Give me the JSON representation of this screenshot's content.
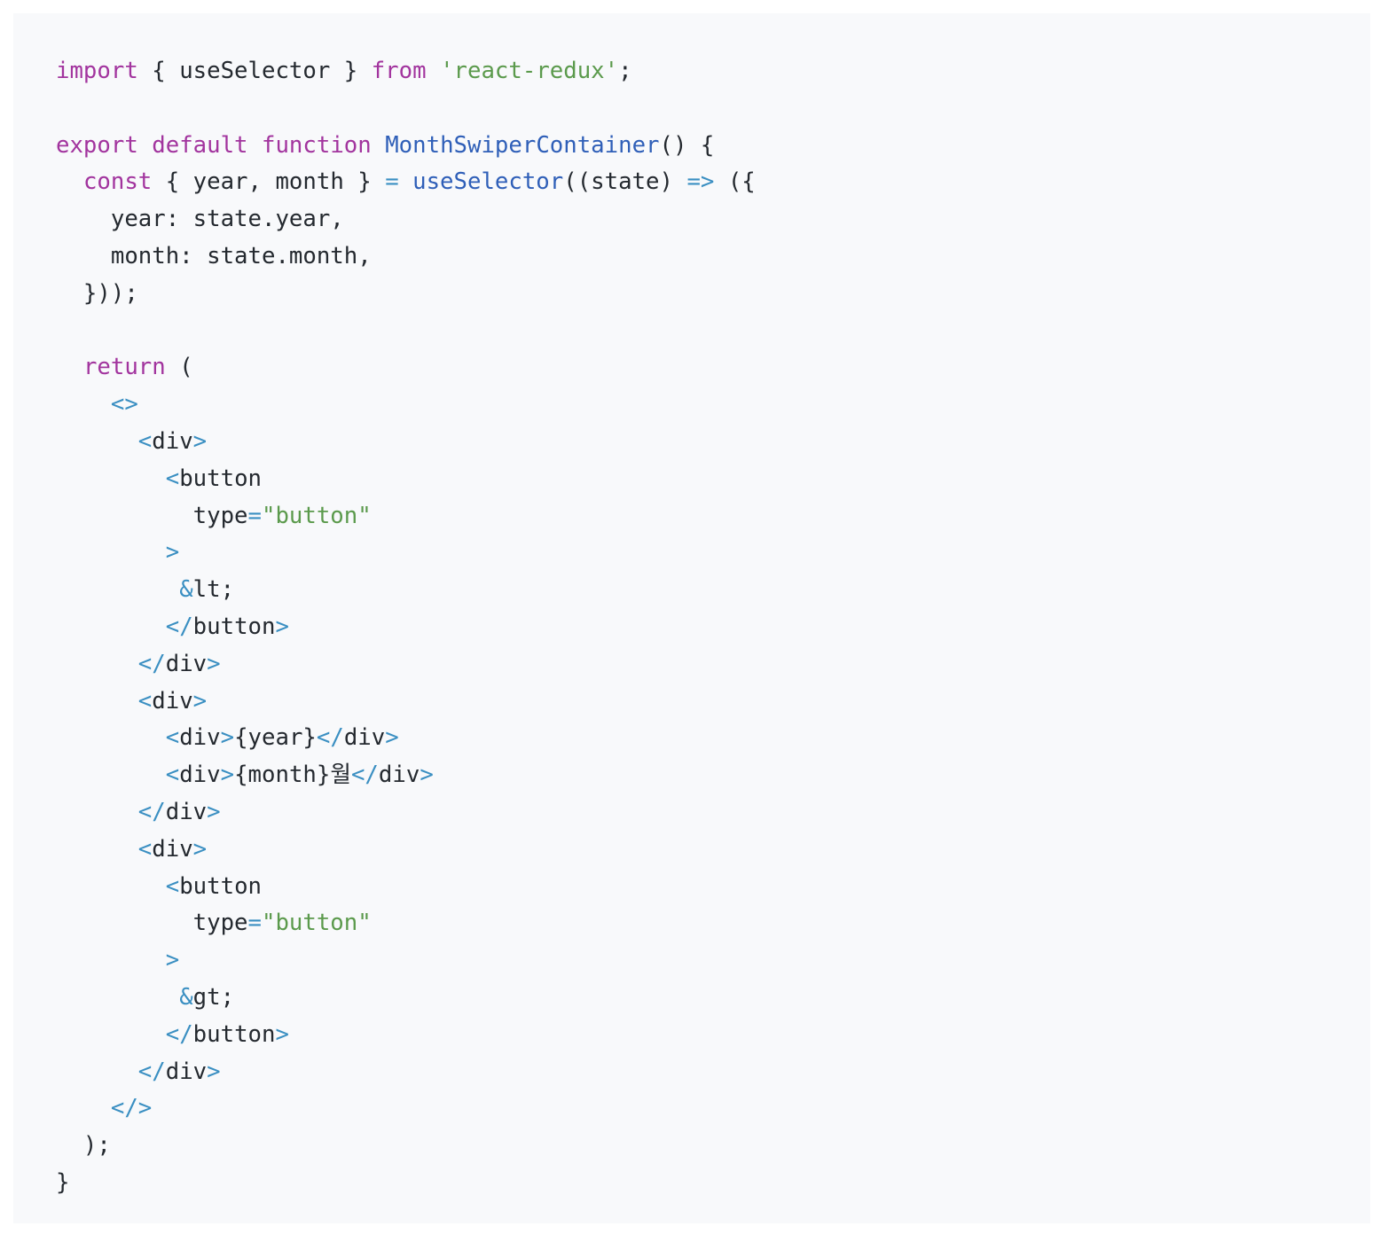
{
  "colors": {
    "background": "#f8f9fb",
    "text": "#24292f",
    "keyword": "#a2349e",
    "string": "#5b9a4c",
    "function": "#2f5fb8",
    "operator": "#3a8fc2",
    "tag": "#3a8fc2"
  },
  "code": {
    "language": "jsx",
    "lines": [
      [
        [
          "kw",
          "import"
        ],
        [
          "txt",
          " { useSelector } "
        ],
        [
          "kw",
          "from"
        ],
        [
          "txt",
          " "
        ],
        [
          "str",
          "'react-redux'"
        ],
        [
          "txt",
          ";"
        ]
      ],
      [],
      [
        [
          "kw",
          "export"
        ],
        [
          "txt",
          " "
        ],
        [
          "kw",
          "default"
        ],
        [
          "txt",
          " "
        ],
        [
          "kw",
          "function"
        ],
        [
          "txt",
          " "
        ],
        [
          "fn",
          "MonthSwiperContainer"
        ],
        [
          "txt",
          "() {"
        ]
      ],
      [
        [
          "txt",
          "  "
        ],
        [
          "kw",
          "const"
        ],
        [
          "txt",
          " { year, month } "
        ],
        [
          "op",
          "="
        ],
        [
          "txt",
          " "
        ],
        [
          "fn",
          "useSelector"
        ],
        [
          "txt",
          "((state) "
        ],
        [
          "op",
          "=>"
        ],
        [
          "txt",
          " ({"
        ]
      ],
      [
        [
          "txt",
          "    year: state.year,"
        ]
      ],
      [
        [
          "txt",
          "    month: state.month,"
        ]
      ],
      [
        [
          "txt",
          "  }));"
        ]
      ],
      [],
      [
        [
          "txt",
          "  "
        ],
        [
          "kw",
          "return"
        ],
        [
          "txt",
          " ("
        ]
      ],
      [
        [
          "txt",
          "    "
        ],
        [
          "tag",
          "<>"
        ]
      ],
      [
        [
          "txt",
          "      "
        ],
        [
          "tag",
          "<"
        ],
        [
          "txt",
          "div"
        ],
        [
          "tag",
          ">"
        ]
      ],
      [
        [
          "txt",
          "        "
        ],
        [
          "tag",
          "<"
        ],
        [
          "txt",
          "button"
        ]
      ],
      [
        [
          "txt",
          "          type"
        ],
        [
          "op",
          "="
        ],
        [
          "str",
          "\"button\""
        ]
      ],
      [
        [
          "txt",
          "        "
        ],
        [
          "tag",
          ">"
        ]
      ],
      [
        [
          "txt",
          "         "
        ],
        [
          "op",
          "&"
        ],
        [
          "txt",
          "lt;"
        ]
      ],
      [
        [
          "txt",
          "        "
        ],
        [
          "tag",
          "</"
        ],
        [
          "txt",
          "button"
        ],
        [
          "tag",
          ">"
        ]
      ],
      [
        [
          "txt",
          "      "
        ],
        [
          "tag",
          "</"
        ],
        [
          "txt",
          "div"
        ],
        [
          "tag",
          ">"
        ]
      ],
      [
        [
          "txt",
          "      "
        ],
        [
          "tag",
          "<"
        ],
        [
          "txt",
          "div"
        ],
        [
          "tag",
          ">"
        ]
      ],
      [
        [
          "txt",
          "        "
        ],
        [
          "tag",
          "<"
        ],
        [
          "txt",
          "div"
        ],
        [
          "tag",
          ">"
        ],
        [
          "txt",
          "{year}"
        ],
        [
          "tag",
          "</"
        ],
        [
          "txt",
          "div"
        ],
        [
          "tag",
          ">"
        ]
      ],
      [
        [
          "txt",
          "        "
        ],
        [
          "tag",
          "<"
        ],
        [
          "txt",
          "div"
        ],
        [
          "tag",
          ">"
        ],
        [
          "txt",
          "{month}월"
        ],
        [
          "tag",
          "</"
        ],
        [
          "txt",
          "div"
        ],
        [
          "tag",
          ">"
        ]
      ],
      [
        [
          "txt",
          "      "
        ],
        [
          "tag",
          "</"
        ],
        [
          "txt",
          "div"
        ],
        [
          "tag",
          ">"
        ]
      ],
      [
        [
          "txt",
          "      "
        ],
        [
          "tag",
          "<"
        ],
        [
          "txt",
          "div"
        ],
        [
          "tag",
          ">"
        ]
      ],
      [
        [
          "txt",
          "        "
        ],
        [
          "tag",
          "<"
        ],
        [
          "txt",
          "button"
        ]
      ],
      [
        [
          "txt",
          "          type"
        ],
        [
          "op",
          "="
        ],
        [
          "str",
          "\"button\""
        ]
      ],
      [
        [
          "txt",
          "        "
        ],
        [
          "tag",
          ">"
        ]
      ],
      [
        [
          "txt",
          "         "
        ],
        [
          "op",
          "&"
        ],
        [
          "txt",
          "gt;"
        ]
      ],
      [
        [
          "txt",
          "        "
        ],
        [
          "tag",
          "</"
        ],
        [
          "txt",
          "button"
        ],
        [
          "tag",
          ">"
        ]
      ],
      [
        [
          "txt",
          "      "
        ],
        [
          "tag",
          "</"
        ],
        [
          "txt",
          "div"
        ],
        [
          "tag",
          ">"
        ]
      ],
      [
        [
          "txt",
          "    "
        ],
        [
          "tag",
          "</>"
        ]
      ],
      [
        [
          "txt",
          "  );"
        ]
      ],
      [
        [
          "txt",
          "}"
        ]
      ]
    ]
  }
}
